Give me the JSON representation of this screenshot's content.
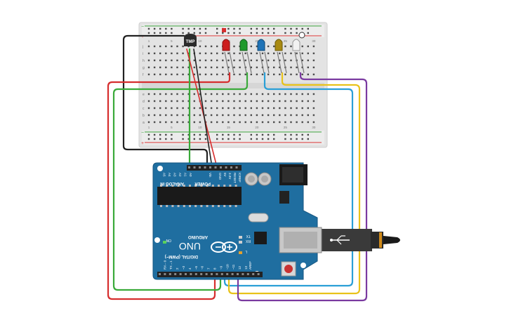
{
  "board": {
    "brand": "ARDUINO",
    "model": "UNO",
    "power_label": "POWER",
    "analog_label": "ANALOG IN",
    "digital_label": "DIGITAL (PWM~)",
    "on_label": "ON",
    "tx_label": "TX",
    "rx_label": "RX",
    "l_label": "L",
    "ioref_label": "IOREF",
    "reset_label": "RESET",
    "v33_label": "3.3V",
    "v5_label": "5V",
    "gnd_label": "GND",
    "vin_label": "Vin",
    "aref_label": "AREF",
    "analog_pins": [
      "A0",
      "A1",
      "A2",
      "A3",
      "A4",
      "A5"
    ],
    "digital_pins": [
      "13",
      "12",
      "~11",
      "~10",
      "~9",
      "8",
      "7",
      "~6",
      "~5",
      "4",
      "~3",
      "2",
      "TX→1",
      "RX←0"
    ]
  },
  "sensor": {
    "label": "TMP"
  },
  "breadboard": {
    "row_letters_top": [
      "j",
      "i",
      "h",
      "g",
      "f"
    ],
    "row_letters_bottom": [
      "e",
      "d",
      "c",
      "b",
      "a"
    ],
    "column_numbers": [
      "1",
      "5",
      "10",
      "15",
      "20",
      "25",
      "30"
    ]
  },
  "components": {
    "led_colors": [
      "#cc1f1f",
      "#1f9a2c",
      "#1f73b7",
      "#a88a12",
      "#f2f2f2"
    ],
    "wire_colors": {
      "red": "#d62e2e",
      "green": "#3aaa3a",
      "blue": "#2a9fd6",
      "yellow": "#e8c21a",
      "purple": "#7a3aa0",
      "black": "#222222"
    }
  }
}
